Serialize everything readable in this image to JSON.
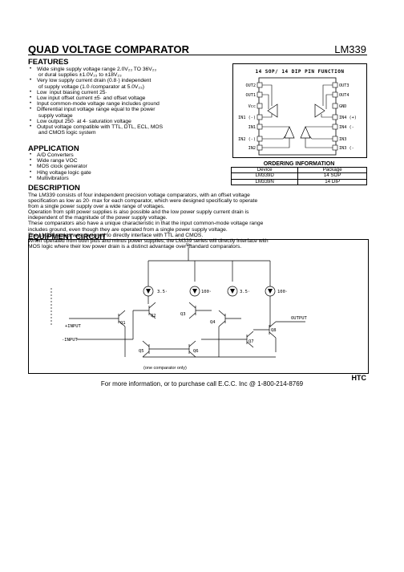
{
  "header": {
    "title": "QUAD VOLTAGE COMPARATOR",
    "part_number": "LM339"
  },
  "features": {
    "heading": "FEATURES",
    "items": [
      "Wide single supply voltage range 2.0V₂₃ TO 36V₂₃\n or dural supplies ±1.0V₂₃ to ±18V₂₃",
      "Very low supply current drain (0.8·) independent\n of supply voltage (1.0·/comparator at 5.0V₂₃)",
      "Low  input biasing current 25·",
      "Low input offset current ±5· and offset voltage",
      "Input common-mode voltage range includes ground",
      "Differential input voltage range equal to the power\n supply voltage",
      "Low output 250· at 4· saturation voltage",
      "Output voltage compatible with TTL, DTL, ECL, MOS\n and CMOS logic system"
    ]
  },
  "application": {
    "heading": "APPLICATION",
    "items": [
      "A/D Converters",
      "Wide range VOC",
      "MOS clock generator",
      "Hihg voltage logic gate",
      "Multivibrators"
    ]
  },
  "pin_function": {
    "title": "14 SOP/ 14 DIP PIN FUNCTION",
    "left_labels": [
      "OUT2",
      "OUT1",
      "Vcc",
      "IN1 (-)",
      "IN1",
      "IN2 (-)",
      "IN2"
    ],
    "right_labels": [
      "OUT3",
      "OUT4",
      "GND",
      "IN4 (+)",
      "IN4 (-",
      "IN3",
      "IN3 (-"
    ]
  },
  "ordering": {
    "title": "ORDERING INFORMATION",
    "headers": [
      "Device",
      "Package"
    ],
    "rows": [
      [
        "LM339D",
        "14 SOP"
      ],
      [
        "LM339N",
        "14 DIP"
      ]
    ]
  },
  "description": {
    "heading": "DESCRIPTION",
    "lines": [
      "The LM339 consists of four independent precision voltage comparators, with an offset voltage",
      "specification as low as 20· max for each comparator, which were designed specifically to operate",
      "from a single power supply over a wide range of voltages.",
      "Operation from split power supplies is also possible and the low power supply current drain is",
      "independent of the magnitude of the power supply voltage.",
      "These comparators also have a unique characteristic in that the input common-mode voltage range",
      "includes ground, even though they are operated from a single power supply voltage.",
      "The LM339 series was designed to directly interface with TTL and CMOS.",
      "When operated from both plus and minus power supplies, the LM339 series will directly interface with",
      "MOS logic where their low power drain is a distinct advantage over standard comparators."
    ]
  },
  "equipment": {
    "heading": "EQUIPMENT CIRCUIT",
    "labels": {
      "vplus": "V+",
      "i1": "3.5·",
      "i2": "100·",
      "i3": "3.5·",
      "i4": "100·",
      "plus_input": "+INPUT",
      "minus_input": "-INPUT",
      "output": "OUTPUT",
      "q1": "Q1",
      "q2": "Q2",
      "q3": "Q3",
      "q4": "Q4",
      "q5": "Q5",
      "q6": "Q6",
      "q7": "Q7",
      "q8": "Q8",
      "caption": "(one comparator only)"
    }
  },
  "footer": {
    "brand": "HTC",
    "contact": "For more information, or to purchase call E.C.C. Inc @ 1-800-214-8769"
  }
}
